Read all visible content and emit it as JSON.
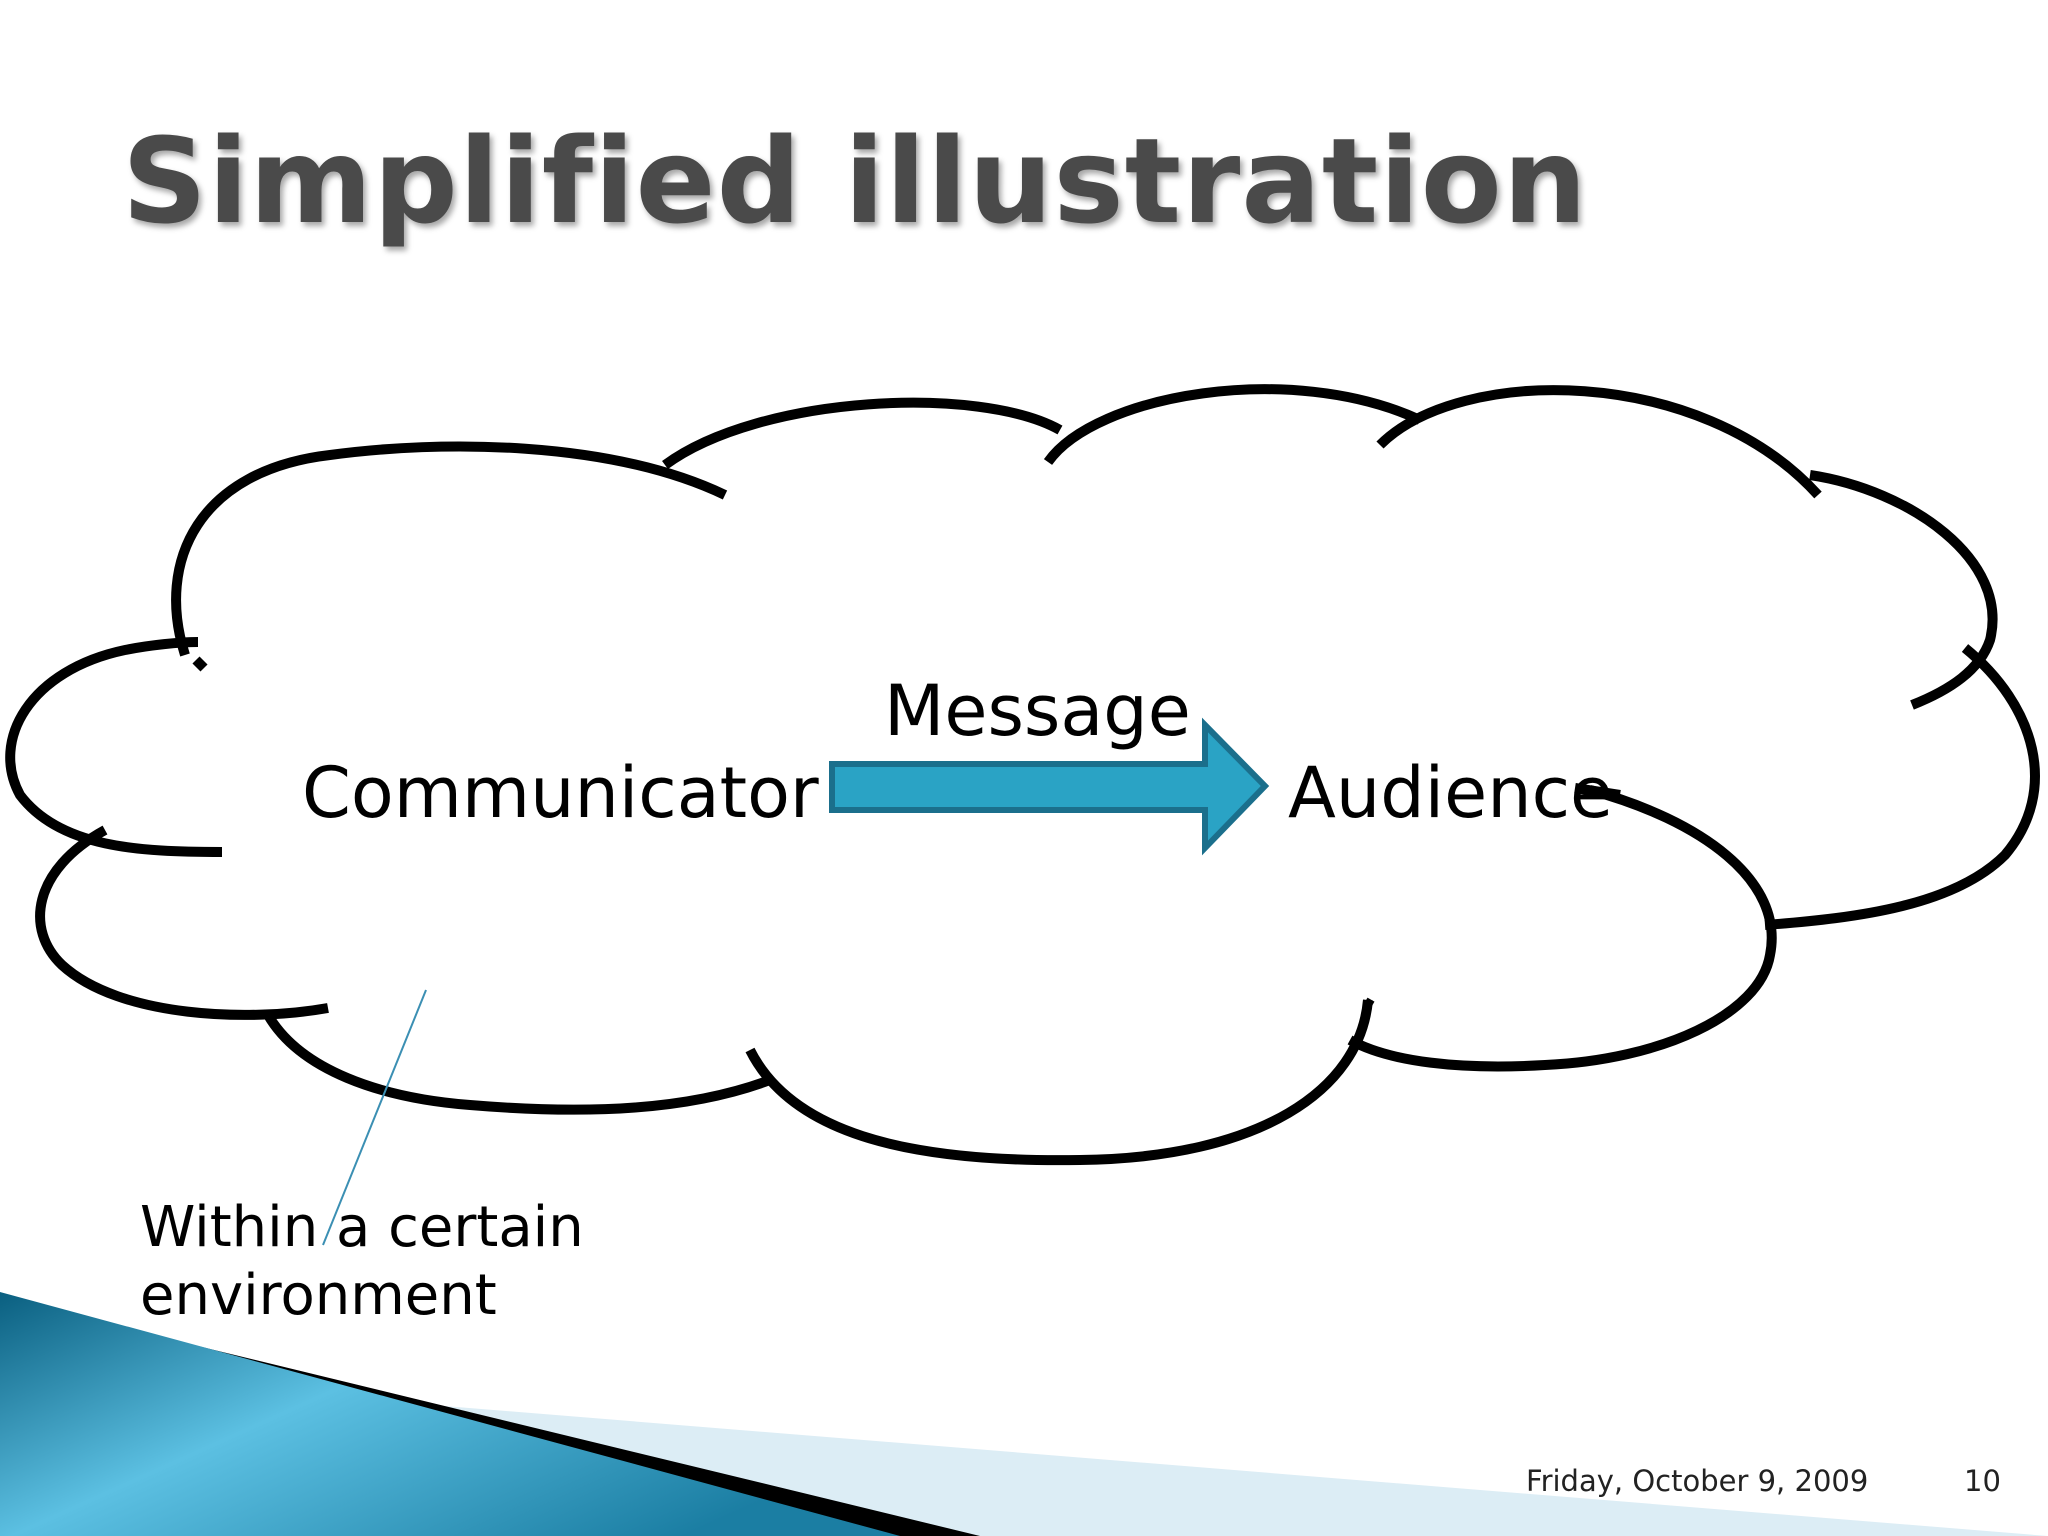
{
  "slide": {
    "title": "Simplified illustration",
    "nodes": {
      "communicator": "Communicator",
      "audience": "Audience"
    },
    "edge_label": "Message",
    "environment_label": "Within a certain environment",
    "footer": {
      "date": "Friday, October 9, 2009",
      "page_number": "10"
    }
  },
  "colors": {
    "arrow_fill": "#2aa3c5",
    "arrow_stroke": "#1b6f8c",
    "cloud_stroke": "#000000",
    "title_text": "#4a4a4a",
    "leader_line": "#3b8fb3"
  }
}
